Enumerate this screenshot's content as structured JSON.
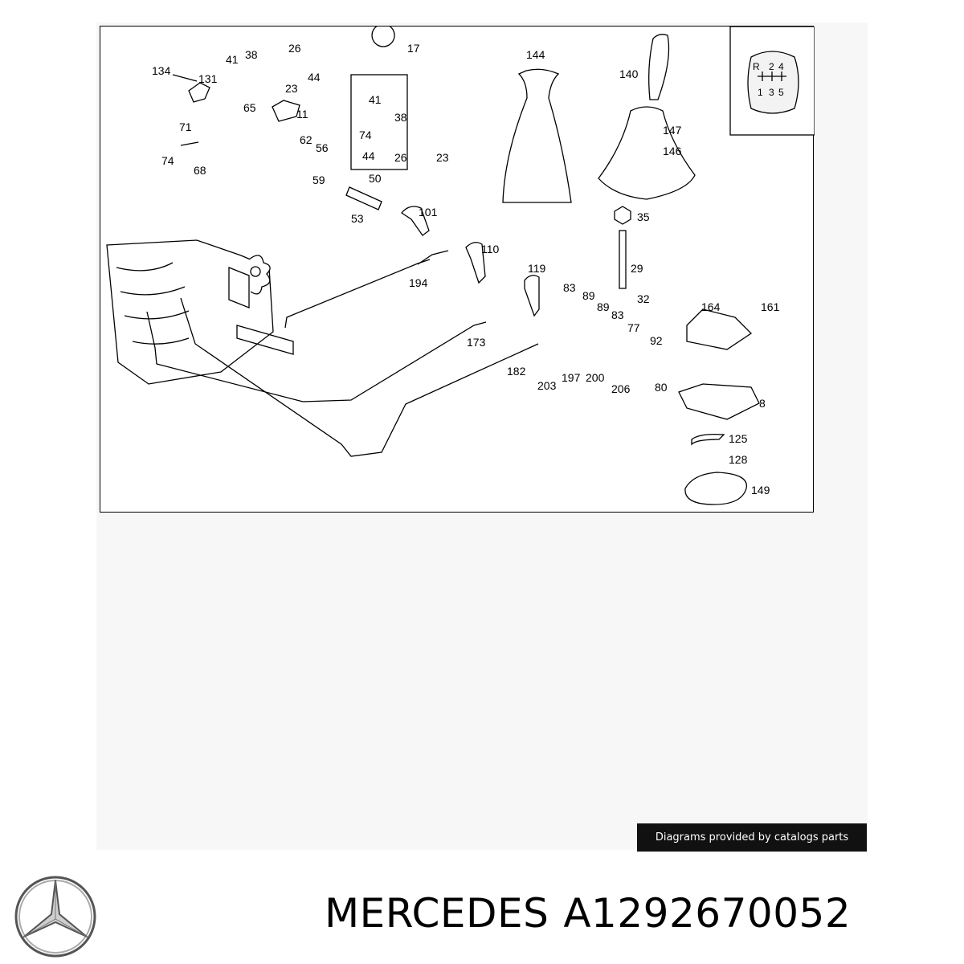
{
  "diagram": {
    "callouts": [
      "134",
      "41",
      "38",
      "26",
      "131",
      "44",
      "23",
      "65",
      "11",
      "71",
      "74",
      "68",
      "62",
      "56",
      "59",
      "17",
      "41",
      "38",
      "74",
      "44",
      "26",
      "23",
      "50",
      "53",
      "101",
      "144",
      "140",
      "147",
      "146",
      "35",
      "29",
      "32",
      "110",
      "194",
      "119",
      "83",
      "89",
      "89",
      "83",
      "77",
      "92",
      "173",
      "182",
      "203",
      "197",
      "200",
      "206",
      "80",
      "164",
      "161",
      "8",
      "125",
      "128",
      "149"
    ],
    "shift_pattern": {
      "top_row": [
        "R",
        "2",
        "4"
      ],
      "bottom_row": [
        "1",
        "3",
        "5"
      ]
    }
  },
  "credit": {
    "text": "Diagrams provided by catalogs parts"
  },
  "brand": {
    "logo_icon": "mercedes-star-icon",
    "name": "MERCEDES",
    "part_number": "A1292670052"
  },
  "colors": {
    "line": "#000000",
    "credit_bg": "#111111",
    "sheet_bg": "#f7f7f7"
  }
}
